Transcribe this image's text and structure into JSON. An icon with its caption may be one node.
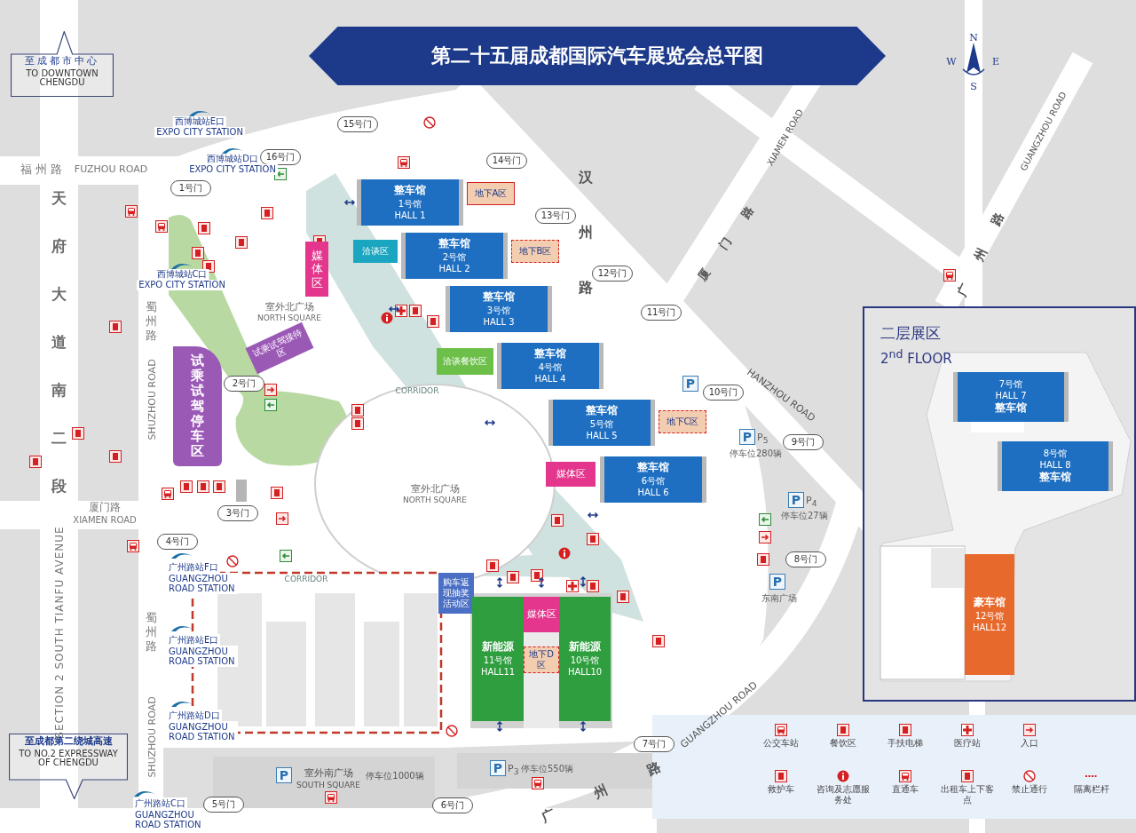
{
  "diagram": {
    "title": "第二十五届成都国际汽车展览会总平图",
    "nodes": [
      {
        "text": [
          "至成都市中心",
          "TO DOWNTOWN CHENGDU"
        ]
      },
      {
        "text": [
          "15号门"
        ]
      },
      {
        "text": [
          "16号门"
        ]
      },
      {
        "text": [
          "14号门"
        ]
      },
      {
        "text": [
          "1号门"
        ]
      },
      {
        "text": [
          "整车馆",
          "1号馆",
          "HALL 1"
        ]
      },
      {
        "text": [
          "13号门"
        ]
      },
      {
        "text": [
          "整车馆",
          "2号馆",
          "HALL 2"
        ]
      },
      {
        "text": [
          "洽谈区"
        ]
      },
      {
        "text": [
          "地下A区"
        ]
      },
      {
        "text": [
          "媒体区"
        ]
      },
      {
        "text": [
          "12号门"
        ]
      },
      {
        "text": [
          "整车馆",
          "3号馆",
          "HALL 3"
        ]
      },
      {
        "text": [
          "11号门"
        ]
      },
      {
        "text": [
          "地下B区"
        ]
      },
      {
        "text": [
          "洽谈餐饮区"
        ]
      },
      {
        "text": [
          "整车馆",
          "4号馆",
          "HALL 4"
        ]
      },
      {
        "text": [
          "试乘试驾接待区"
        ]
      },
      {
        "text": [
          "2号门"
        ]
      },
      {
        "text": [
          "P"
        ]
      },
      {
        "text": [
          "10号门"
        ]
      },
      {
        "text": [
          "试乘试驾停车区"
        ]
      },
      {
        "text": [
          "P"
        ],
        "beside": [
          "P$_{5}$",
          "停车位280辆"
        ]
      },
      {
        "text": [
          "9号门"
        ]
      },
      {
        "text": [
          "整车馆",
          "5号馆",
          "HALL 5"
        ]
      },
      {
        "text": [
          "地下C区"
        ]
      },
      {
        "text": [
          "整车馆",
          "6号馆",
          "HALL 6"
        ]
      },
      {
        "text": [
          "媒体区"
        ]
      },
      {
        "text": [
          "P"
        ],
        "beside": [
          "P$_{4}$",
          "停车位27辆"
        ]
      },
      {
        "text": [
          "3号门"
        ]
      },
      {
        "text": [
          "4号门"
        ]
      },
      {
        "text": [
          "8号门"
        ]
      },
      {
        "text": [
          "P"
        ],
        "beside": [
          "东南广场"
        ]
      },
      {
        "text": [
          "购车返现抽奖活动区"
        ]
      },
      {
        "text": [
          "媒体区"
        ]
      },
      {
        "text": [
          "新能源",
          "11号馆",
          "HALL11"
        ]
      },
      {
        "text": [
          "地下D区"
        ]
      },
      {
        "text": [
          "新能源",
          "10号馆",
          "HALL10"
        ]
      },
      {
        "text": [
          "二层展区",
          "2$^{nd}$ FLOOR"
        ]
      },
      {
        "text": [
          "7号馆",
          "HALL 7",
          "整车馆"
        ],
        "in": 38
      },
      {
        "text": [
          "8号馆",
          "HALL 8",
          "整车馆"
        ],
        "in": 38
      },
      {
        "text": [
          "豪车馆",
          "12号馆",
          "HALL12"
        ],
        "in": 38
      },
      {
        "text": [
          "7号门"
        ]
      },
      {
        "text": [
          "至成都第二绕城高速",
          "TO NO.2 EXPRESSWAY OF CHENGDU"
        ]
      },
      {
        "text": [
          "P"
        ]
      },
      {
        "text": [
          "P"
        ],
        "beside": [
          "P$_{3}$",
          "停车位550辆"
        ]
      },
      {
        "text": [
          "6号门"
        ]
      },
      {
        "text": [
          "5号门"
        ]
      }
    ],
    "labels": [
      "福州路",
      "FUZHOU ROAD",
      "天府大道南二段",
      "SECTION 2 SOUTH TIANFU AVENUE",
      "蜀州路",
      "SHUZHOU ROAD",
      "厦门路",
      "XIAMEN ROAD",
      "蜀州路",
      "SHUZHOU ROAD",
      "汉州路",
      "HANZHOU ROAD",
      "厦门路",
      "XIAMEN ROAD",
      "广州路",
      "GUANGZHOU ROAD",
      "广州路",
      "GUANGZHOU ROAD",
      "室外北广场",
      "NORTH SQUARE",
      "室外北广场",
      "NORTH SQUARE",
      "室外南广场",
      "SOUTH SQUARE",
      "停车位1000辆",
      "CORRIDOR",
      "CORRIDOR",
      "西博城站E口",
      "EXPO CITY STATION",
      "西博城站D口",
      "EXPO CITY STATION",
      "西博城站C口",
      "EXPO CITY STATION",
      "广州路站F口",
      "GUANGZHOU ROAD STATION",
      "广州路站E口",
      "GUANGZHOU ROAD STATION",
      "广州路站D口",
      "GUANGZHOU ROAD STATION",
      "广州路站C口",
      "GUANGZHOU ROAD STATION",
      "N",
      "W",
      "E",
      "S"
    ],
    "legend": [
      {
        "text": "公交车站"
      },
      {
        "text": "餐饮区"
      },
      {
        "text": "手扶电梯"
      },
      {
        "text": "医疗站"
      },
      {
        "text": "入口"
      },
      {
        "text": "救护车"
      },
      {
        "text": "咨询及志愿服务处"
      },
      {
        "text": "直通车"
      },
      {
        "text": "出租车上下客点"
      },
      {
        "text": "禁止通行"
      },
      {
        "text": "隔离栏杆"
      }
    ]
  }
}
